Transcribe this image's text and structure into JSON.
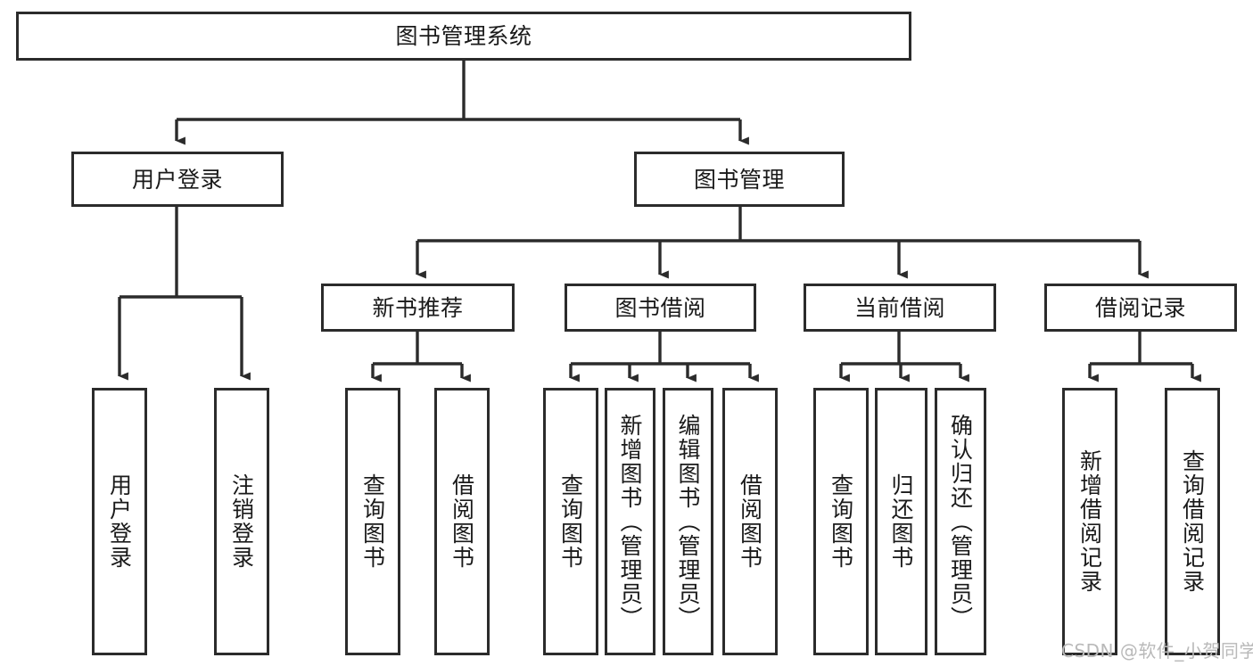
{
  "diagram": {
    "title": "图书管理系统",
    "type": "tree-hierarchy-chart",
    "orientation": "top-down",
    "colors": {
      "box_border": "#2b2b2b",
      "box_fill": "#ffffff",
      "edge": "#2b2b2b",
      "text": "#1a1a1a",
      "watermark": "#b9b9b9",
      "background": "#ffffff"
    }
  },
  "nodes": {
    "root": {
      "label": "图书管理系统"
    },
    "level1": [
      {
        "id": "user-login",
        "label": "用户登录"
      },
      {
        "id": "book-management",
        "label": "图书管理"
      }
    ],
    "level2": [
      {
        "id": "new-book-recommend",
        "label": "新书推荐"
      },
      {
        "id": "book-borrow",
        "label": "图书借阅"
      },
      {
        "id": "current-borrow",
        "label": "当前借阅"
      },
      {
        "id": "borrow-record",
        "label": "借阅记录"
      }
    ],
    "leaves": {
      "user-login": [
        {
          "id": "leaf-user-login",
          "label": "用户登录"
        },
        {
          "id": "leaf-logout-login",
          "label": "注销登录"
        }
      ],
      "new-book-recommend": [
        {
          "id": "leaf-query-book-1",
          "label": "查询图书"
        },
        {
          "id": "leaf-borrow-book-1",
          "label": "借阅图书"
        }
      ],
      "book-borrow": [
        {
          "id": "leaf-query-book-2",
          "label": "查询图书"
        },
        {
          "id": "leaf-add-book",
          "label": "新增图书（管理员）"
        },
        {
          "id": "leaf-edit-book",
          "label": "编辑图书（管理员）"
        },
        {
          "id": "leaf-borrow-book-2",
          "label": "借阅图书"
        }
      ],
      "current-borrow": [
        {
          "id": "leaf-query-book-3",
          "label": "查询图书"
        },
        {
          "id": "leaf-return-book",
          "label": "归还图书"
        },
        {
          "id": "leaf-confirm-return",
          "label": "确认归还（管理员）"
        }
      ],
      "borrow-record": [
        {
          "id": "leaf-add-record",
          "label": "新增借阅记录"
        },
        {
          "id": "leaf-query-record",
          "label": "查询借阅记录"
        }
      ]
    }
  },
  "watermark": {
    "text": "CSDN @软件_小贺同学"
  }
}
